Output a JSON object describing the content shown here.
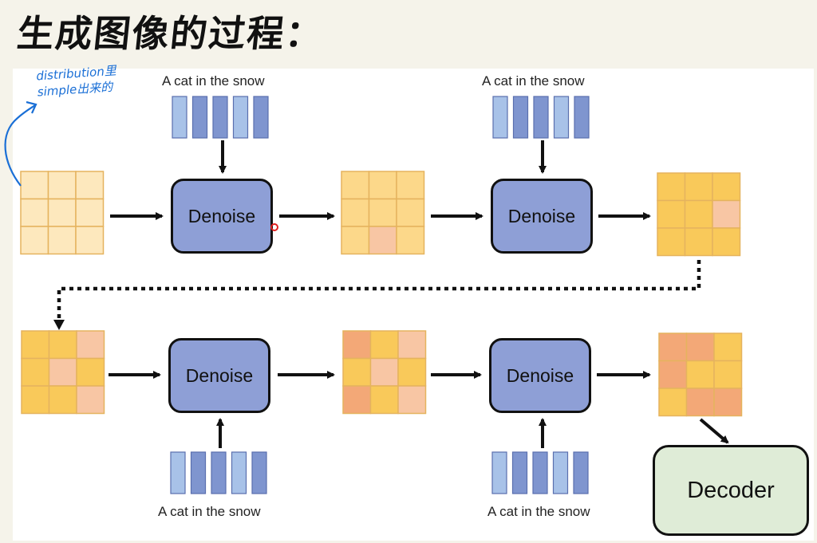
{
  "title": "生成图像的过程：",
  "annotation": [
    "distribution里",
    "simple出来的"
  ],
  "blocks": {
    "denoise_label": "Denoise",
    "decoder_label": "Decoder"
  },
  "prompts": [
    "A cat in the snow",
    "A cat in the snow",
    "A cat in the snow",
    "A cat in the snow"
  ],
  "colors": {
    "grid_pale": "#fde8bd",
    "grid_light": "#fcd88a",
    "grid_yellow": "#f9c95a",
    "grid_salmon": "#f8c6a4",
    "grid_orange": "#f3a877",
    "token_light": "#a8c2e8",
    "token_dark": "#7f95cf",
    "denoise_fill": "#8e9fd6",
    "decoder_fill": "#dfecd7",
    "annotation_blue": "#1a6fd6"
  },
  "latents": [
    {
      "cells": [
        "pale",
        "pale",
        "pale",
        "pale",
        "pale",
        "pale",
        "pale",
        "pale",
        "pale"
      ]
    },
    {
      "cells": [
        "light",
        "light",
        "light",
        "light",
        "light",
        "light",
        "light",
        "salmon",
        "light"
      ]
    },
    {
      "cells": [
        "yellow",
        "yellow",
        "yellow",
        "yellow",
        "yellow",
        "salmon",
        "yellow",
        "yellow",
        "yellow"
      ]
    },
    {
      "cells": [
        "yellow",
        "yellow",
        "salmon",
        "yellow",
        "salmon",
        "yellow",
        "yellow",
        "yellow",
        "salmon"
      ]
    },
    {
      "cells": [
        "orange",
        "yellow",
        "salmon",
        "yellow",
        "salmon",
        "yellow",
        "orange",
        "yellow",
        "salmon"
      ]
    },
    {
      "cells": [
        "orange",
        "orange",
        "yellow",
        "orange",
        "yellow",
        "yellow",
        "yellow",
        "orange",
        "orange"
      ]
    }
  ],
  "tokens": [
    "light",
    "dark",
    "dark",
    "light",
    "dark"
  ]
}
